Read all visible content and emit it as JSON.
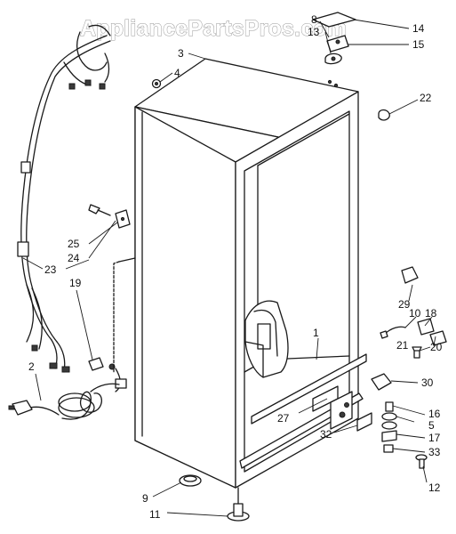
{
  "watermark": {
    "text": "AppliancePartsPros.com"
  },
  "callouts": {
    "c1": "1",
    "c2": "2",
    "c3": "3",
    "c4": "4",
    "c5": "5",
    "c8": "8",
    "c9": "9",
    "c10": "10",
    "c11": "11",
    "c12": "12",
    "c13": "13",
    "c14": "14",
    "c15": "15",
    "c16": "16",
    "c17": "17",
    "c18": "18",
    "c19": "19",
    "c20": "20",
    "c21": "21",
    "c22": "22",
    "c23": "23",
    "c24": "24",
    "c25": "25",
    "c27": "27",
    "c29": "29",
    "c30": "30",
    "c32": "32",
    "c33": "33"
  },
  "colors": {
    "ink": "#1a1a1a",
    "watermark_outline": "#9a9a9a"
  }
}
